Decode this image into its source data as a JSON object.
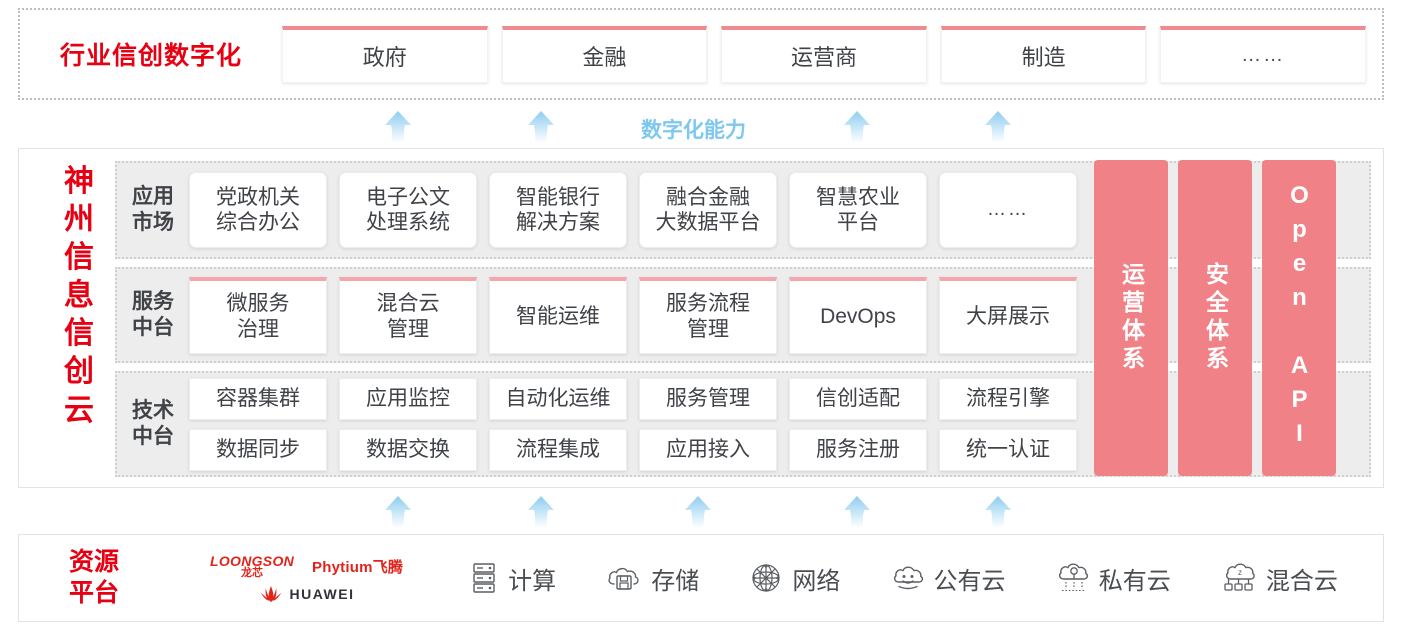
{
  "industry": {
    "title": "行业信创数字化",
    "cards": [
      "政府",
      "金融",
      "运营商",
      "制造",
      "……"
    ]
  },
  "capability": {
    "label": "数字化能力",
    "arrow_count_top": 4,
    "arrow_count_bottom": 5
  },
  "cloud": {
    "title": "神州信息信创云",
    "bands": [
      {
        "label": "应用\n市场",
        "cells": [
          "党政机关\n综合办公",
          "电子公文\n处理系统",
          "智能银行\n解决方案",
          "融合金融\n大数据平台",
          "智慧农业\n平台",
          "……"
        ]
      },
      {
        "label": "服务\n中台",
        "cells": [
          "微服务\n治理",
          "混合云\n管理",
          "智能运维",
          "服务流程\n管理",
          "DevOps",
          "大屏展示"
        ]
      },
      {
        "label": "技术\n中台",
        "row1": [
          "容器集群",
          "应用监控",
          "自动化运维",
          "服务管理",
          "信创适配",
          "流程引擎"
        ],
        "row2": [
          "数据同步",
          "数据交换",
          "流程集成",
          "应用接入",
          "服务注册",
          "统一认证"
        ]
      }
    ],
    "pillars": [
      "运营体系",
      "安全体系",
      "Open API"
    ]
  },
  "resource": {
    "title": "资源\n平台",
    "vendors": [
      {
        "name": "LOONGSON",
        "cn": "龙芯"
      },
      {
        "name": "Phytium飞腾"
      },
      {
        "name": "HUAWEI"
      }
    ],
    "items": [
      {
        "icon": "server-icon",
        "label": "计算"
      },
      {
        "icon": "cloud-storage-icon",
        "label": "存储"
      },
      {
        "icon": "network-icon",
        "label": "网络"
      },
      {
        "icon": "public-cloud-icon",
        "label": "公有云"
      },
      {
        "icon": "private-cloud-icon",
        "label": "私有云"
      },
      {
        "icon": "hybrid-cloud-icon",
        "label": "混合云"
      }
    ]
  },
  "colors": {
    "brand_red": "#e60012",
    "pink": "#f08287",
    "pink_light": "#ef8a90",
    "arrow_blue": "#8ecdf0",
    "band_gray": "#ededed"
  }
}
